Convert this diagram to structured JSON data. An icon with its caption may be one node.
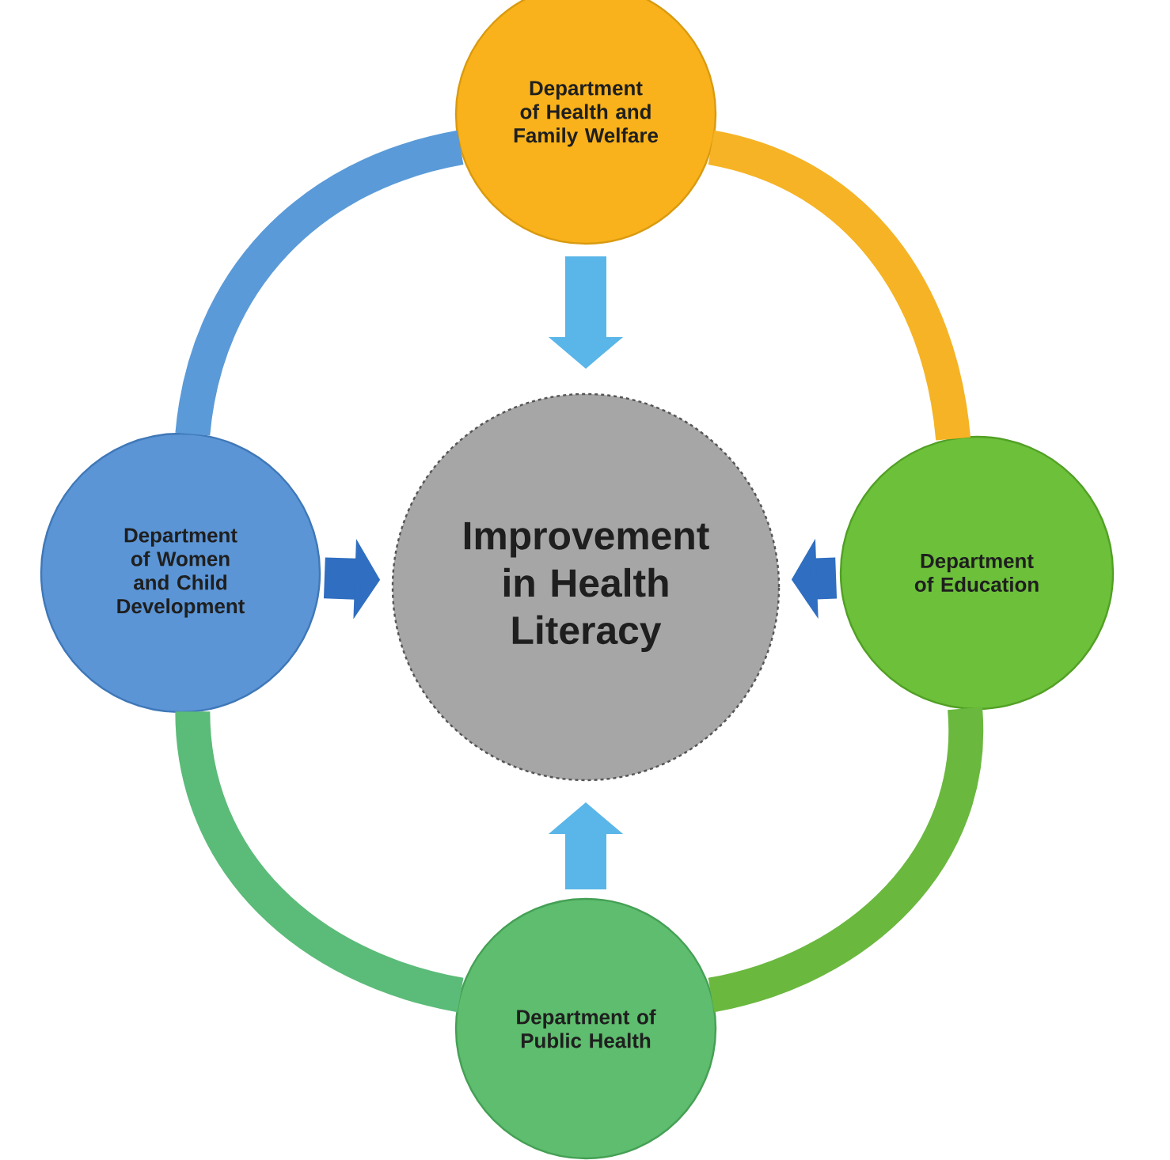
{
  "diagram": {
    "nodes": [
      {
        "text": [
          "Department of Health and Family Welfare"
        ]
      },
      {
        "text": [
          "Department of Women and Child Development"
        ]
      },
      {
        "text": [
          "Improvement in Health Literacy"
        ]
      },
      {
        "text": [
          "Department of Education"
        ]
      },
      {
        "text": [
          "Department of Public Health"
        ]
      }
    ],
    "edges": [
      {
        "from": 0,
        "to": 3,
        "arrow": "none",
        "color": "#f5b325"
      },
      {
        "from": 3,
        "to": 4,
        "arrow": "none",
        "color": "#6ab83e"
      },
      {
        "from": 4,
        "to": 1,
        "arrow": "none",
        "color": "#5bbb78"
      },
      {
        "from": 1,
        "to": 0,
        "arrow": "none",
        "color": "#5a9ad8"
      },
      {
        "from": 0,
        "to": 2,
        "arrow": "to",
        "color": "#5ab6e8"
      },
      {
        "from": 1,
        "to": 2,
        "arrow": "to",
        "color": "#2f6ec0"
      },
      {
        "from": 3,
        "to": 2,
        "arrow": "to",
        "color": "#2f6ec0"
      },
      {
        "from": 4,
        "to": 2,
        "arrow": "to",
        "color": "#5ab6e8"
      }
    ]
  }
}
